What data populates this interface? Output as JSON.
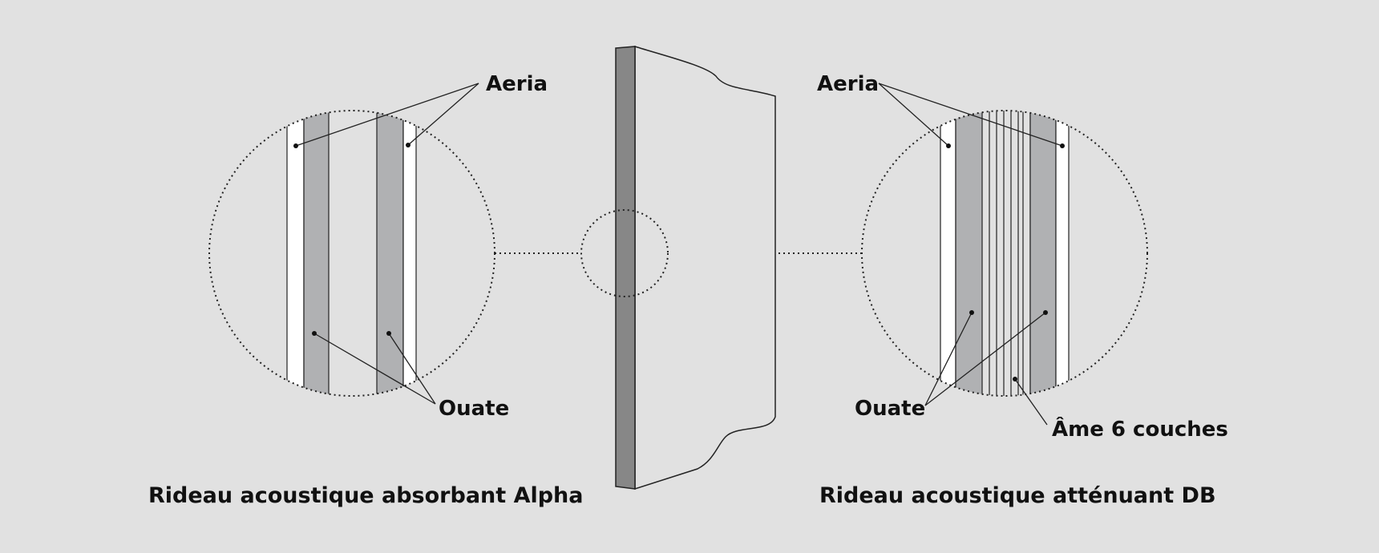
{
  "labels": {
    "aeria_left": "Aeria",
    "ouate_left": "Ouate",
    "aeria_right": "Aeria",
    "ouate_right": "Ouate",
    "ame": "Âme 6 couches"
  },
  "captions": {
    "left": "Rideau acoustique absorbant Alpha",
    "right": "Rideau acoustique atténuant DB"
  },
  "colors": {
    "background": "#e1e1e1",
    "ouate": "#b0b1b3",
    "panel_edge": "#878787",
    "aeria": "#ffffff",
    "stroke": "#222222"
  }
}
